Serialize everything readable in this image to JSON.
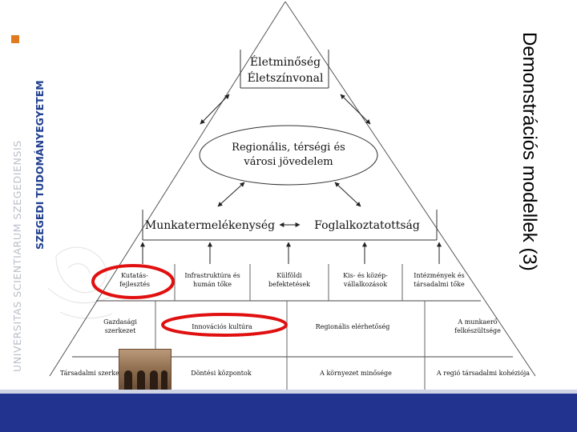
{
  "slide": {
    "title": "Demonstrációs modellek (3)"
  },
  "branding": {
    "university_name": "SZEGEDI TUDOMÁNYEGYETEM",
    "latin_name": "UNIVERSITAS SCIENTIARUM SZEGEDIENSIS",
    "accent_color": "#e07a1f",
    "brand_color": "#1f3f8f",
    "band_color": "#22338f"
  },
  "diagram": {
    "apex": {
      "line1": "Életminőség",
      "line2": "Életszínvonal"
    },
    "income": {
      "line1": "Regionális, térségi és",
      "line2": "városi jövedelem"
    },
    "productivity": "Munkatermelékenység",
    "employment": "Foglalkoztatottság",
    "factors_row": [
      {
        "line1": "Kutatás-",
        "line2": "fejlesztés",
        "highlighted": true
      },
      {
        "line1": "Infrastruktúra és",
        "line2": "humán tőke",
        "highlighted": false
      },
      {
        "line1": "Külföldi",
        "line2": "befektetések",
        "highlighted": false
      },
      {
        "line1": "Kis- és közép-",
        "line2": "vállalkozások",
        "highlighted": false
      },
      {
        "line1": "Intézmények és",
        "line2": "társadalmi tőke",
        "highlighted": false
      }
    ],
    "middle_row": [
      {
        "line1": "Gazdasági",
        "line2": "szerkezet"
      },
      {
        "line1": "Innovációs kultúra",
        "line2": "",
        "highlighted": true
      },
      {
        "line1": "Regionális elérhetőség",
        "line2": ""
      },
      {
        "line1": "A munkaerő",
        "line2": "felkészültsége"
      }
    ],
    "bottom_row": [
      "Társadalmi szerkezet",
      "Döntési központok",
      "A környezet minősége",
      "A regió társadalmi kohéziója"
    ],
    "highlight_color": "#e01010"
  }
}
